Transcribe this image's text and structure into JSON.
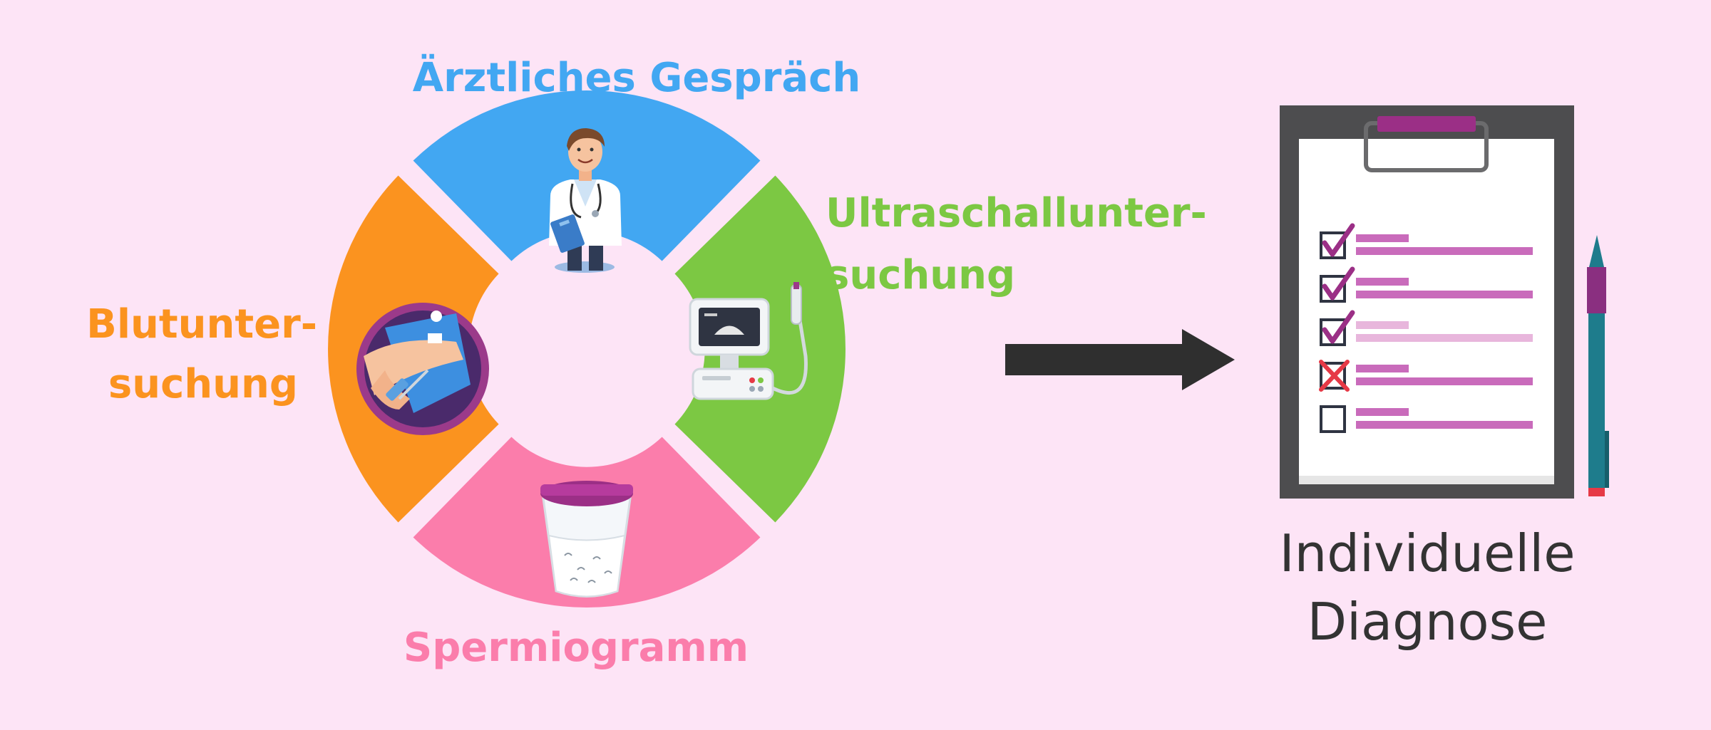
{
  "segments": {
    "top": {
      "label": "Ärztliches Gespräch",
      "color": "#42a7f2"
    },
    "right": {
      "label_line1": "Ultraschallunter-",
      "label_line2": "suchung",
      "color": "#7cc843"
    },
    "bottom": {
      "label": "Spermiogramm",
      "color": "#fb7dab"
    },
    "left": {
      "label_line1": "Blutunter-",
      "label_line2": "suchung",
      "color": "#fb931f"
    }
  },
  "result": {
    "line1": "Individuelle",
    "line2": "Diagnose"
  },
  "checklist": {
    "items": [
      {
        "state": "check"
      },
      {
        "state": "check"
      },
      {
        "state": "check"
      },
      {
        "state": "cross"
      },
      {
        "state": "empty"
      }
    ]
  },
  "icons": {
    "top": "doctor-icon",
    "right": "ultrasound-machine-icon",
    "bottom": "specimen-cup-icon",
    "left": "blood-draw-icon",
    "arrow": "arrow-right-icon",
    "clipboard": "clipboard-checklist-icon",
    "pen": "pen-icon"
  }
}
